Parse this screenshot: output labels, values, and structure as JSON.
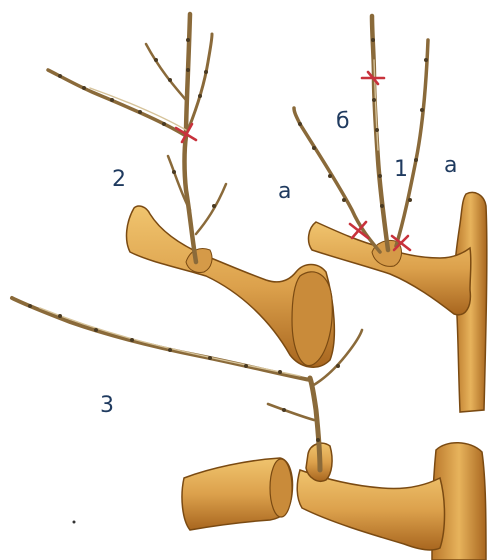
{
  "labels": {
    "fig_1": "1",
    "fig_2": "2",
    "fig_3": "3",
    "shoot_a_left": "а",
    "shoot_a_right": "а",
    "shoot_b": "б"
  },
  "colors": {
    "wood_light": "#e8b25a",
    "wood_dark": "#b9772a",
    "shoot": "#8a6a3a",
    "cut_mark": "#c8323c",
    "label_text": "#1f3a5f"
  }
}
